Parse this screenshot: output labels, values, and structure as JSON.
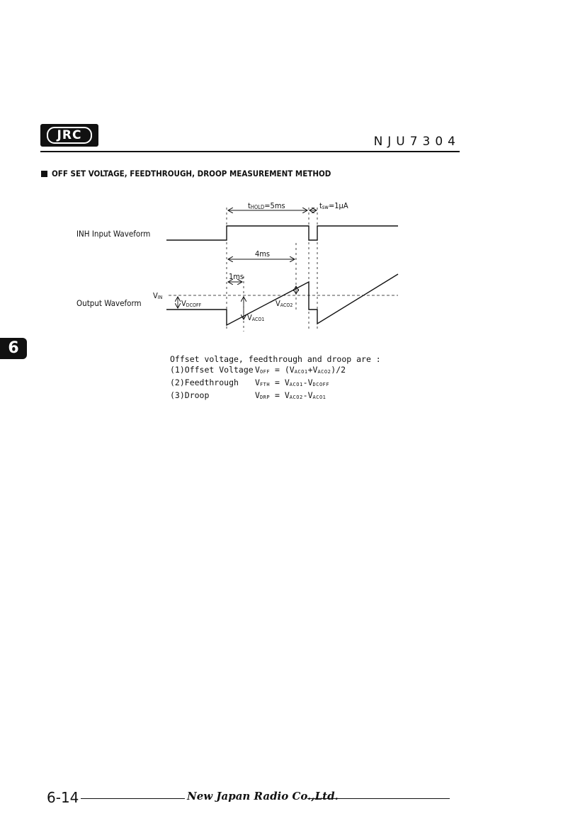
{
  "header": {
    "logo_text": "JRC",
    "part_number": "NJU7304"
  },
  "section": {
    "title": "OFF SET VOLTAGE, FEEDTHROUGH, DROOP MEASUREMENT METHOD"
  },
  "diagram": {
    "inh_label": "INH Input Waveform",
    "output_label": "Output Waveform",
    "t_hold": {
      "main": "t",
      "sub": "HOLD",
      "rest": "=5ms"
    },
    "t_sw": {
      "main": "t",
      "sub": "sw",
      "rest": "=1μA"
    },
    "four_ms": "4ms",
    "one_ms": "1ms",
    "vin": {
      "main": "V",
      "sub": "IN"
    },
    "vdcoff": {
      "main": "V",
      "sub": "DCOFF"
    },
    "vaco1": {
      "main": "V",
      "sub": "ACO1"
    },
    "vaco2": {
      "main": "V",
      "sub": "ACO2"
    }
  },
  "side_tab": "6",
  "equations": {
    "intro": "Offset voltage, feedthrough and droop are :",
    "rows": [
      {
        "label": "(1)Offset Voltage",
        "v": "V",
        "vsub": "OFF",
        "expr": " = (V",
        "a": "ACO1",
        "mid": "+V",
        "b": "ACO2",
        "end": ")/2"
      },
      {
        "label": "(2)Feedthrough",
        "v": "V",
        "vsub": "FTH",
        "expr": " = V",
        "a": "ACO1",
        "mid": "-V",
        "b": "DCOFF",
        "end": ""
      },
      {
        "label": "(3)Droop",
        "v": "V",
        "vsub": "DRP",
        "expr": " = V",
        "a": "ACO2",
        "mid": "-V",
        "b": "ACO1",
        "end": ""
      }
    ]
  },
  "footer": {
    "page_number": "6-14",
    "company": "New Japan Radio Co.,Ltd."
  }
}
